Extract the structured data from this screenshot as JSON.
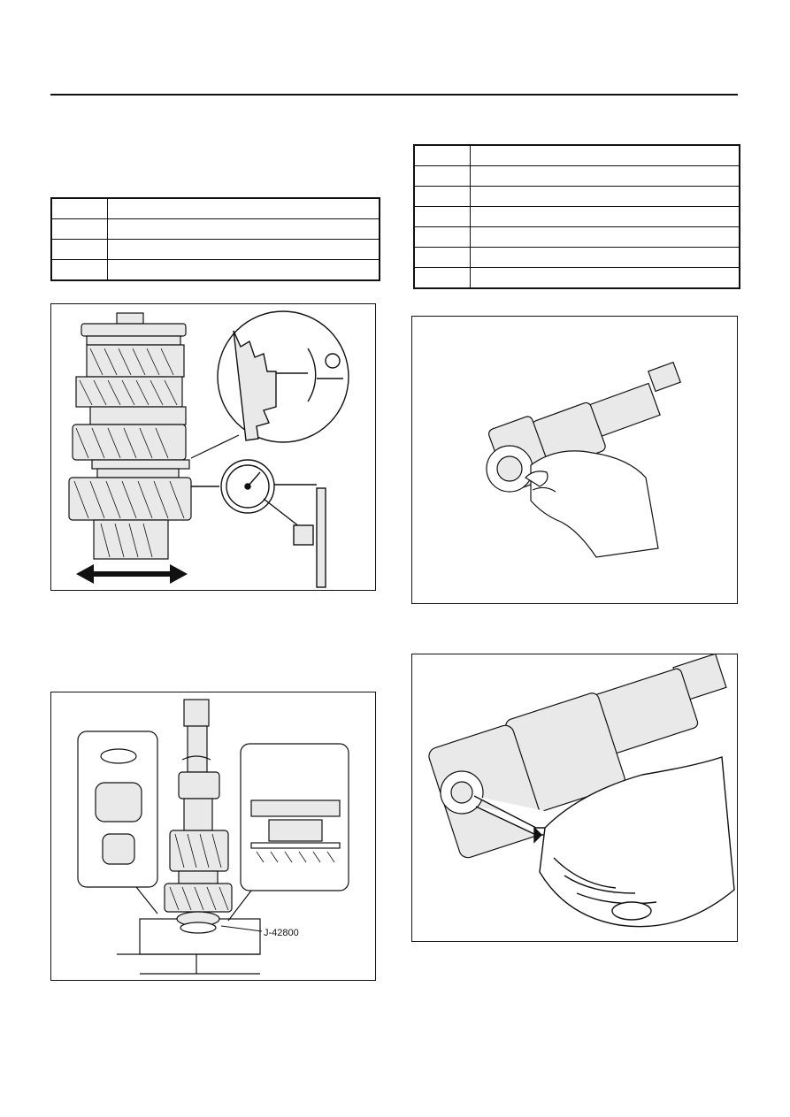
{
  "figures": {
    "gear_endplay": {
      "icon": "dial-indicator-gear-endplay-illustration"
    },
    "bearing_press": {
      "icon": "bearing-press-illustration",
      "tool_label": "J-42800"
    },
    "bearing_remove_hand": {
      "icon": "hand-removing-bearing-illustration"
    },
    "snap_ring_pliers": {
      "icon": "snap-ring-pliers-illustration"
    }
  },
  "tables": {
    "left": {
      "rows": 4
    },
    "right": {
      "rows": 7
    }
  },
  "colors": {
    "line": "#111111",
    "background": "#ffffff",
    "gear_fill": "#e9e9e9",
    "arrow": "#111111"
  }
}
